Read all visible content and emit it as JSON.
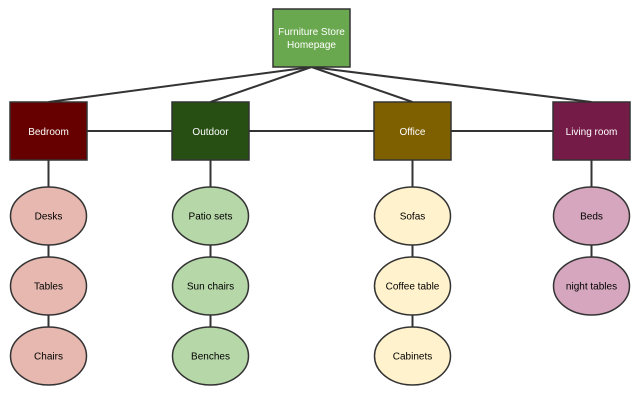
{
  "diagram": {
    "root": {
      "label_line1": "Furniture Store",
      "label_line2": "Homepage",
      "fill": "#6aa84f",
      "text_color": "#ffffff"
    },
    "categories": [
      {
        "label": "Bedroom",
        "fill": "#660000",
        "text_color": "#ffffff",
        "node_fill": "#e6b8af",
        "items": [
          "Desks",
          "Tables",
          "Chairs"
        ]
      },
      {
        "label": "Outdoor",
        "fill": "#274e13",
        "text_color": "#ffffff",
        "node_fill": "#b6d7a8",
        "items": [
          "Patio sets",
          "Sun chairs",
          "Benches"
        ]
      },
      {
        "label": "Office",
        "fill": "#7f6000",
        "text_color": "#ffffff",
        "node_fill": "#fff2cc",
        "items": [
          "Sofas",
          "Coffee table",
          "Cabinets"
        ]
      },
      {
        "label": "Living room",
        "fill": "#741b47",
        "text_color": "#ffffff",
        "node_fill": "#d5a6bd",
        "items": [
          "Beds",
          "night tables"
        ]
      }
    ],
    "line_color": "#333333"
  }
}
